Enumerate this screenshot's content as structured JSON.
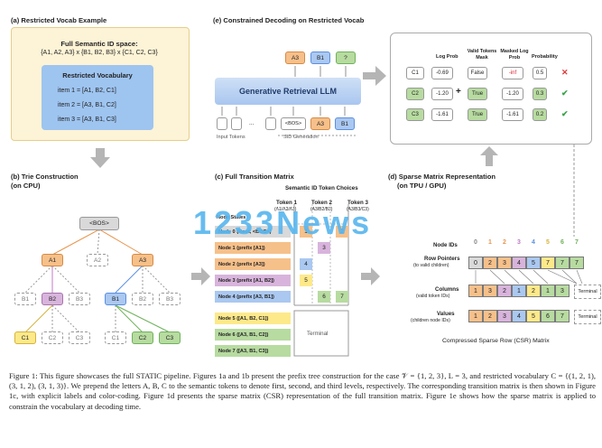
{
  "panel_a": {
    "title": "(a) Restricted Vocab Example",
    "space_title": "Full Semantic ID space:",
    "space": "{A1, A2, A3} x {B1, B2, B3} x {C1, C2, C3}",
    "vocab_title": "Restricted Vocabulary",
    "items": [
      "item 1 = [A1, B2, C1]",
      "item 2 = [A3, B1, C2]",
      "item 3 = [A3, B1, C3]"
    ]
  },
  "panel_b": {
    "title": "(b) Trie Construction",
    "subtitle": "(on CPU)",
    "bos": "<BOS>",
    "l1": [
      "A1",
      "A2",
      "A3"
    ],
    "l2": [
      "B1",
      "B2",
      "B3",
      "B1",
      "B2",
      "B3"
    ],
    "l3": [
      "C1",
      "C2",
      "C3",
      "C1",
      "C2",
      "C3"
    ]
  },
  "panel_c": {
    "title": "(c) Full Transition Matrix",
    "header": "Semantic ID Token Choices",
    "tokens": [
      "Token 1",
      "Token 2",
      "Token 3"
    ],
    "token_subs": [
      "(A1/A2/A3)",
      "(A3/B2/B3)",
      "(A3/B3/C3)"
    ],
    "states_label": "Node States",
    "rows": [
      "Node 0 (Root, <BOS>)",
      "Node 1 (prefix [A1])",
      "Node 2 (prefix [A3])",
      "Node 3 (prefix [A1, B2])",
      "Node 4 (prefix [A3, B1])",
      "Node 5 ([A1, B2, C1])",
      "Node 6 ([A3, B1, C2])",
      "Node 7 ([A3, B1, C3])"
    ],
    "cells": [
      "1",
      "2",
      "3",
      "4",
      "5",
      "6",
      "7"
    ],
    "terminal": "Terminal"
  },
  "panel_d": {
    "title": "(d) Sparse Matrix Representation",
    "subtitle": "(on TPU / GPU)",
    "node_ids_label": "Node IDs",
    "node_ids": [
      "0",
      "1",
      "2",
      "3",
      "4",
      "5",
      "6",
      "7"
    ],
    "row_ptr_label": "Row Pointers",
    "row_ptr_sub": "(to valid children)",
    "row_ptr": [
      "0",
      "2",
      "3",
      "4",
      "5",
      "7",
      "7",
      "7"
    ],
    "columns_label": "Columns",
    "columns_sub": "(valid token IDs)",
    "columns": [
      "1",
      "3",
      "2",
      "1",
      "2",
      "1",
      "3"
    ],
    "values_label": "Values",
    "values_sub": "(children node IDs)",
    "values": [
      "1",
      "2",
      "3",
      "4",
      "5",
      "6",
      "7"
    ],
    "terminal": "Terminal",
    "footer": "Compressed Sparse Row (CSR) Matrix"
  },
  "panel_e": {
    "title": "(e) Constrained Decoding on Restricted Vocab",
    "outputs": [
      "A3",
      "B1",
      "?"
    ],
    "llm": "Generative Retrieval LLM",
    "inputs_label": "Input Tokens",
    "sid_label": "SID Generation",
    "sid_tokens": [
      "<BOS>",
      "A3",
      "B1"
    ],
    "dots": "...",
    "cols": [
      "Log Prob",
      "Valid Tokens Mask",
      "Masked Log Prob",
      "Probability"
    ],
    "cands": [
      "C1",
      "C2",
      "C3"
    ],
    "logp": [
      "-0.69",
      "-1.20",
      "-1.61"
    ],
    "mask": [
      "False",
      "True",
      "True"
    ],
    "masked": [
      "-inf",
      "-1.20",
      "-1.61"
    ],
    "prob": [
      "0.5",
      "0.3",
      "0.2"
    ],
    "plus": "+"
  },
  "watermark": "1233News",
  "caption": "Figure 1: This figure showcases the full STATIC pipeline. Figures 1a and 1b present the prefix tree construction for the case 𝒱 = {1, 2, 3}, L = 3, and restricted vocabulary C = {(1, 2, 1), (3, 1, 2), (3, 1, 3)}. We prepend the letters A, B, C to the semantic tokens to denote first, second, and third levels, respectively. The corresponding transition matrix is then shown in Figure 1c, with explicit labels and color-coding. Figure 1d presents the sparse matrix (CSR) representation of the full transition matrix. Figure 1e shows how the sparse matrix is applied to constrain the vocabulary at decoding time.",
  "colors": {
    "yellow_bg": "#fdf3d6",
    "orange": "#f6c08a",
    "purple": "#d8b4dc",
    "blue": "#aac8f0",
    "yellow": "#fde98a",
    "green": "#b7dba0",
    "gray": "#d9d9d9"
  }
}
